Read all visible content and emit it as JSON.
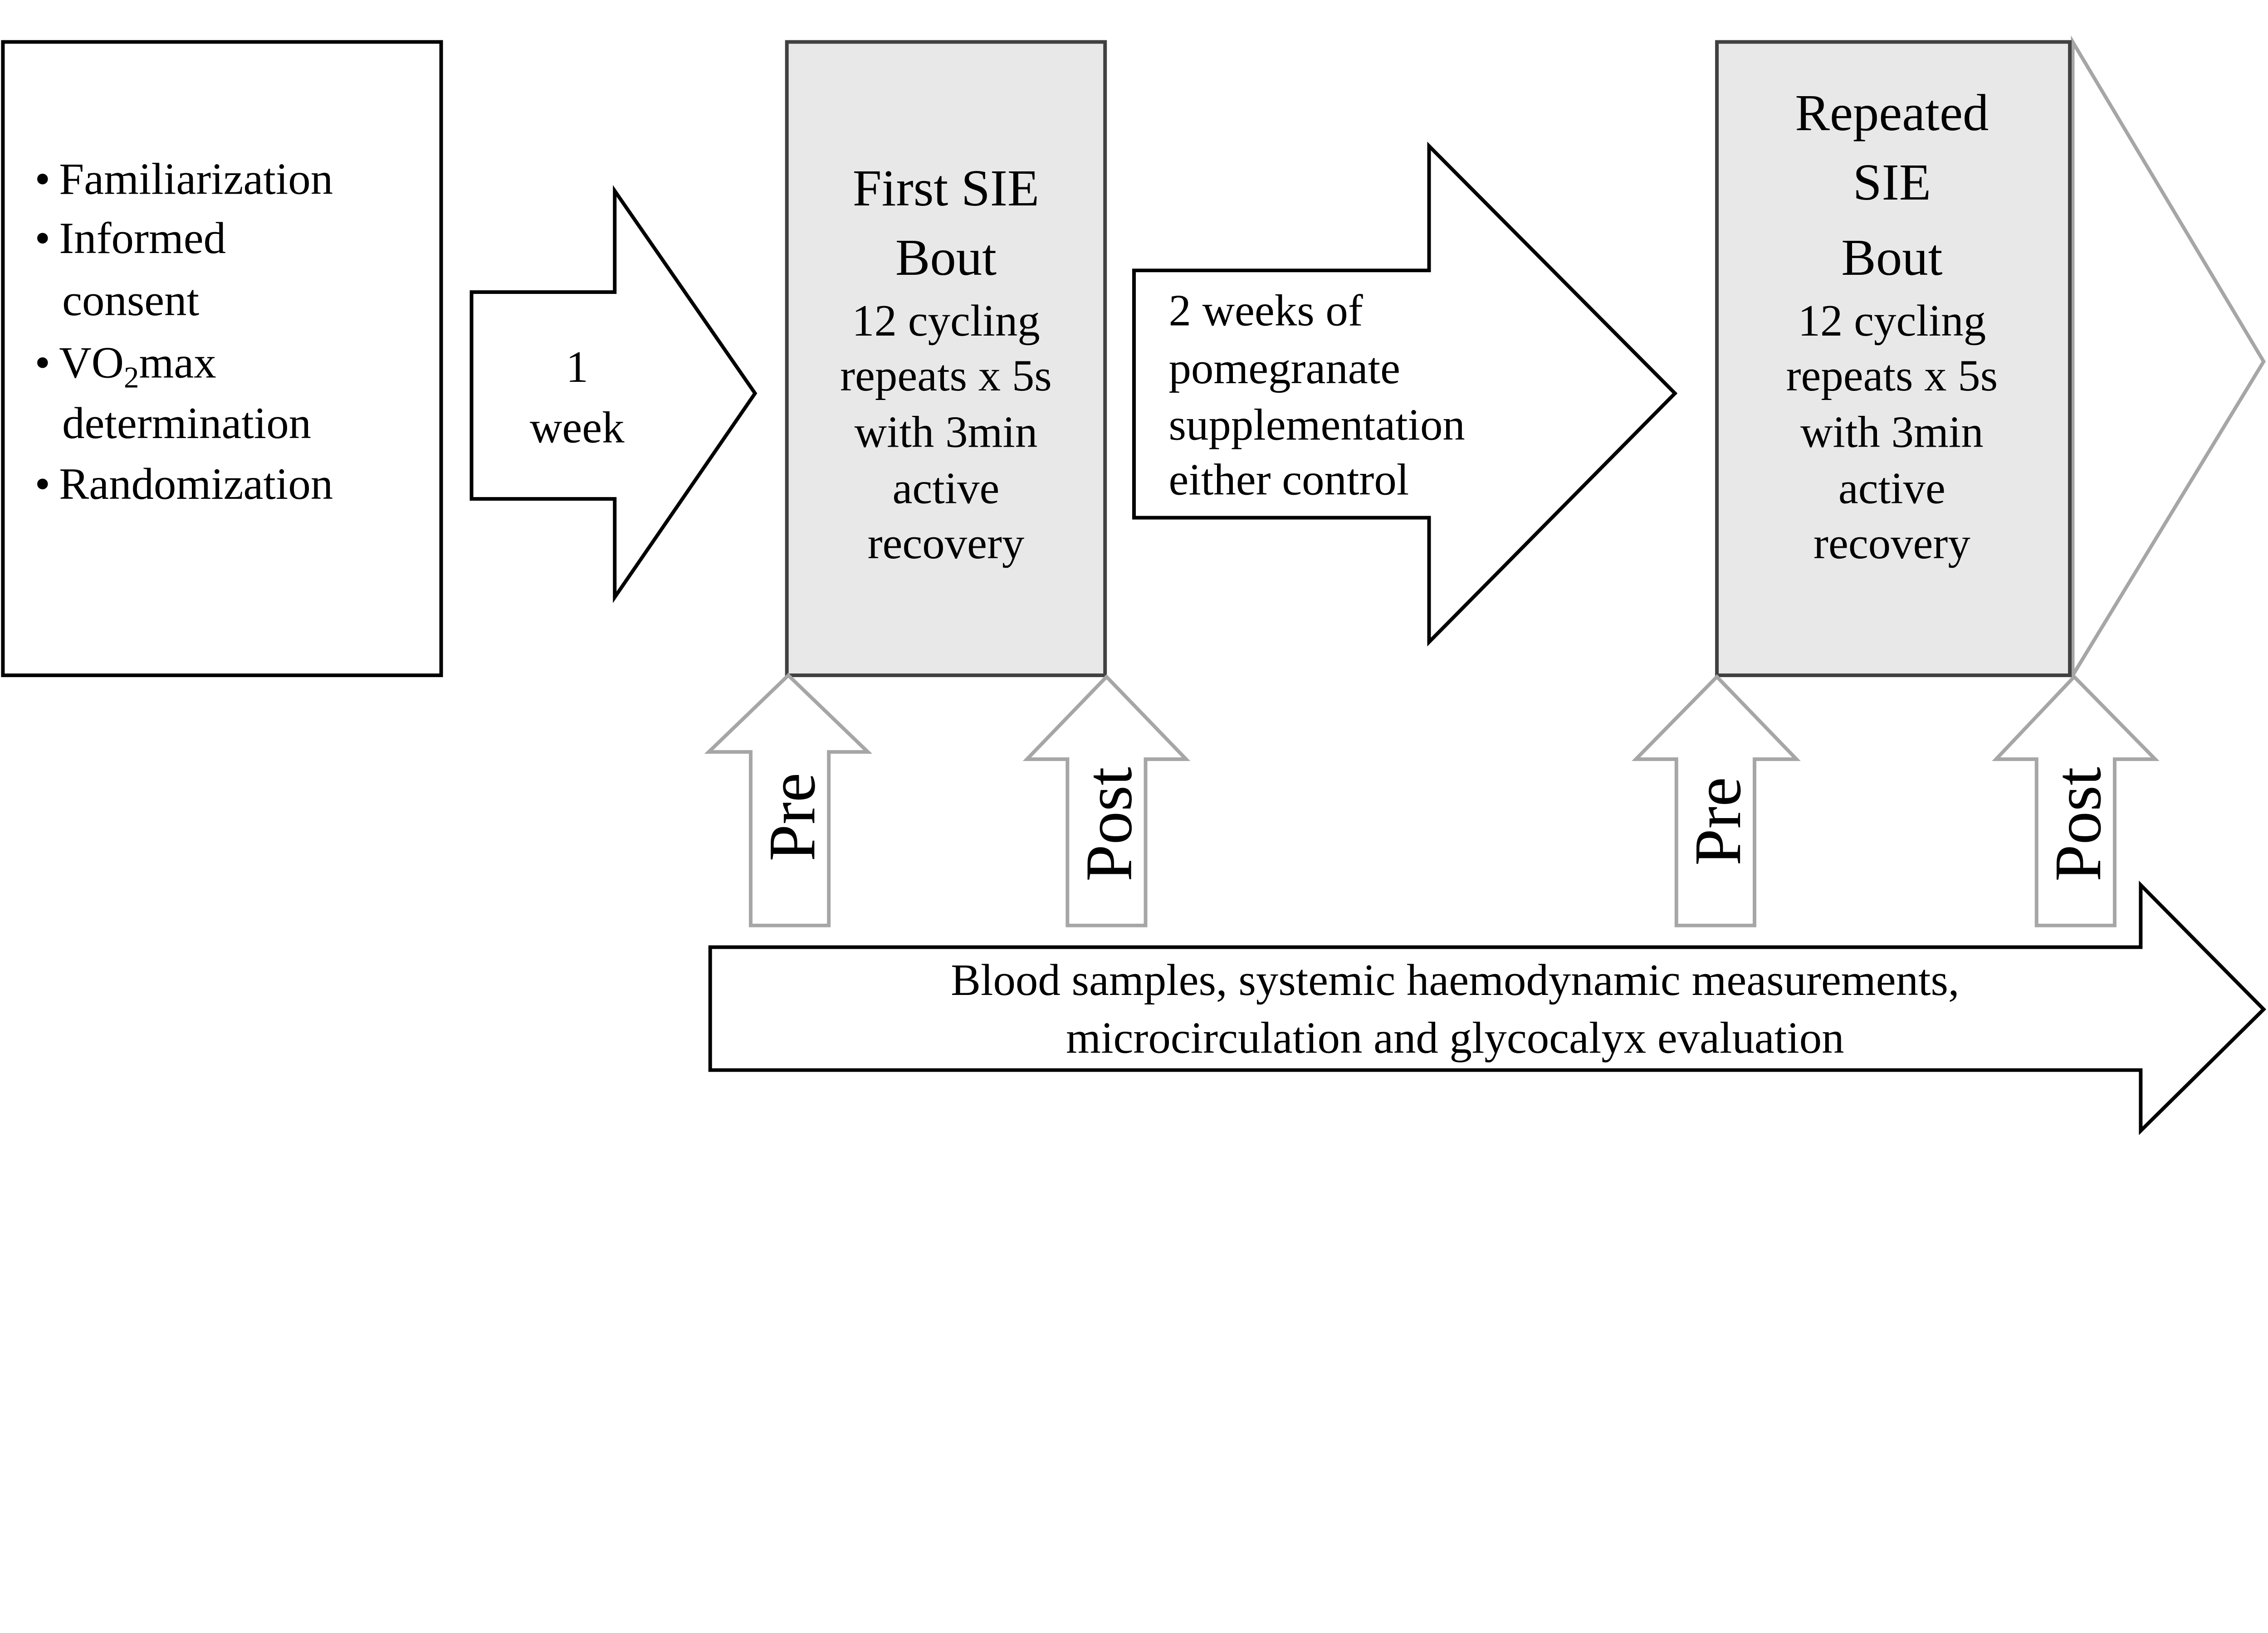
{
  "setup_box": {
    "items": [
      "Familiarization",
      "Informed",
      "consent",
      "VO",
      "2",
      "max",
      "determination",
      "Randomization"
    ],
    "bullet": "•"
  },
  "arrow_1": {
    "lines": [
      "1",
      "week"
    ]
  },
  "first_bout": {
    "title": [
      "First SIE",
      "Bout"
    ],
    "lines": [
      "12 cycling",
      "repeats x 5s",
      "with 3min",
      "active",
      "recovery"
    ]
  },
  "arrow_2": {
    "lines": [
      "2 weeks of",
      "pomegranate",
      "supplementation",
      "either control"
    ]
  },
  "repeated_bout": {
    "title": [
      "Repeated",
      "SIE",
      "Bout"
    ],
    "lines": [
      "12 cycling",
      "repeats x 5s",
      "with 3min",
      "active",
      "recovery"
    ]
  },
  "markers": {
    "pre": "Pre",
    "post": "Post"
  },
  "bottom_arrow": {
    "lines": [
      "Blood samples, systemic haemodynamic measurements,",
      "microcirculation and glycocalyx evaluation"
    ]
  },
  "colors": {
    "box_fill": "#e8e8e8",
    "box_stroke": "#404040",
    "gray_arrow": "#a6a6a6",
    "black": "#000000"
  }
}
